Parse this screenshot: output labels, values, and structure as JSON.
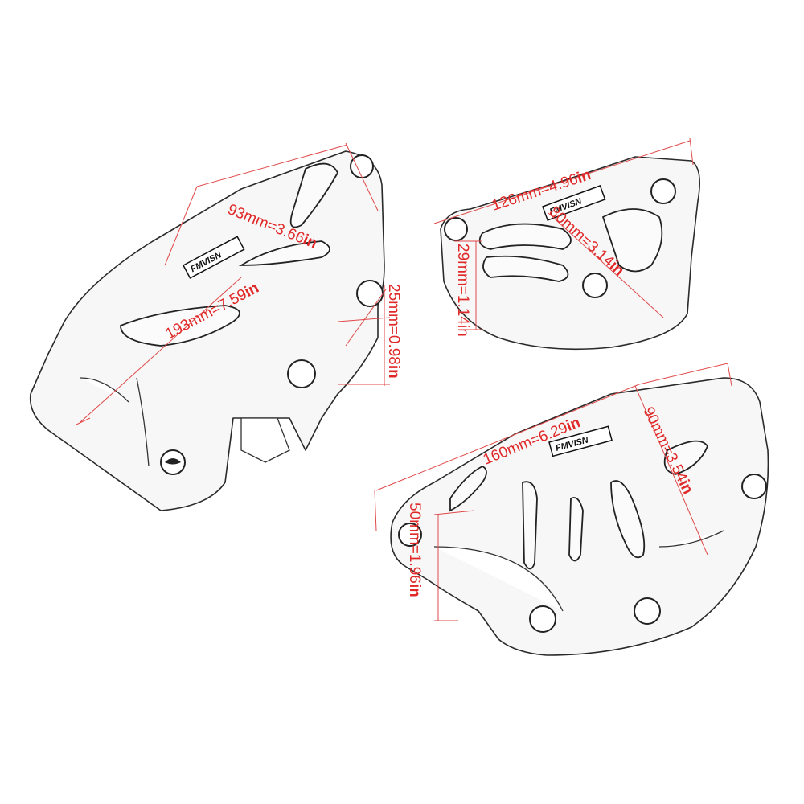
{
  "brand": "FMVISN",
  "dimensions": {
    "part1_width": {
      "value": "93mm=3.66",
      "unit": "in"
    },
    "part1_length": {
      "value": "193mm=7.59",
      "unit": "in"
    },
    "part1_height": {
      "value": "25mm=0.98",
      "unit": "in"
    },
    "part2_width": {
      "value": "126mm=4.96",
      "unit": "in"
    },
    "part2_depth": {
      "value": "80mm=3.14",
      "unit": "in"
    },
    "part2_height": {
      "value": "29mm=1.14in",
      "unit": ""
    },
    "part3_width": {
      "value": "160mm=6.29",
      "unit": "in"
    },
    "part3_depth": {
      "value": "90mm=3.54",
      "unit": "in"
    },
    "part3_height": {
      "value": "50mm=1.96",
      "unit": "in"
    }
  },
  "colors": {
    "dimension": "#e02828",
    "outline": "#2a2a2a"
  }
}
